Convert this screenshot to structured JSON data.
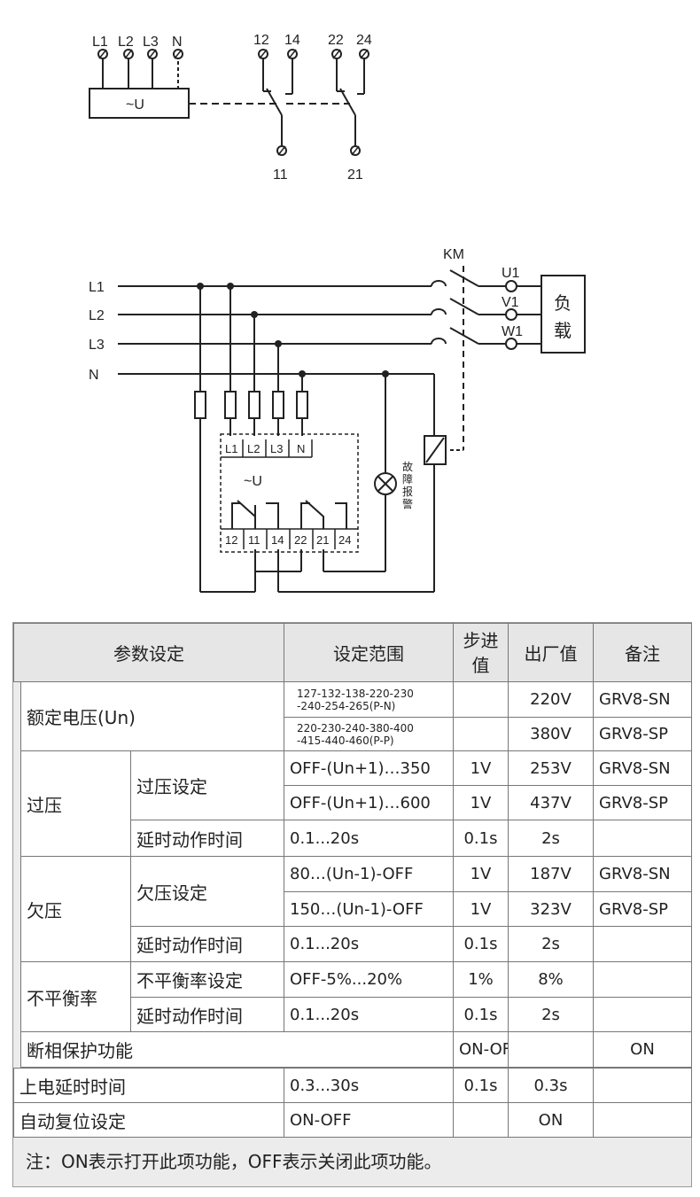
{
  "top_diagram": {
    "supply_terminals": [
      "L1",
      "L2",
      "L3",
      "N"
    ],
    "relay_symbol": "~U",
    "contact_terminals_top": [
      "12",
      "14",
      "22",
      "24"
    ],
    "contact_terminals_bottom": [
      "11",
      "21"
    ]
  },
  "wiring_diagram": {
    "line_labels": [
      "L1",
      "L2",
      "L3",
      "N"
    ],
    "contactor_label": "KM",
    "output_labels": [
      "U1",
      "V1",
      "W1"
    ],
    "load_label_line1": "负",
    "load_label_line2": "载",
    "device_inputs": [
      "L1",
      "L2",
      "L3",
      "N"
    ],
    "device_symbol": "~U",
    "device_outputs": [
      "12",
      "11",
      "14",
      "22",
      "21",
      "24"
    ],
    "alarm_label_chars": [
      "故",
      "障",
      "报",
      "警"
    ]
  },
  "table": {
    "headers": {
      "param": "参数设定",
      "range": "设定范围",
      "step_line1": "步进",
      "step_line2": "值",
      "factory": "出厂值",
      "remark": "备注"
    },
    "rated_voltage": {
      "label": "额定电压(Un)",
      "rows": [
        {
          "range_line1": "127-132-138-220-230",
          "range_line2": "-240-254-265(P-N)",
          "step": "",
          "factory": "220V",
          "remark": "GRV8-SN"
        },
        {
          "range_line1": "220-230-240-380-400",
          "range_line2": "-415-440-460(P-P)",
          "step": "",
          "factory": "380V",
          "remark": "GRV8-SP"
        }
      ]
    },
    "overvoltage": {
      "label": "过压",
      "setting_label": "过压设定",
      "rows": [
        {
          "range": "OFF-(Un+1)…350",
          "step": "1V",
          "factory": "253V",
          "remark": "GRV8-SN"
        },
        {
          "range": "OFF-(Un+1)…600",
          "step": "1V",
          "factory": "437V",
          "remark": "GRV8-SP"
        }
      ],
      "delay": {
        "label": "延时动作时间",
        "range": "0.1...20s",
        "step": "0.1s",
        "factory": "2s",
        "remark": ""
      }
    },
    "undervoltage": {
      "label": "欠压",
      "setting_label": "欠压设定",
      "rows": [
        {
          "range": "80…(Un-1)-OFF",
          "step": "1V",
          "factory": "187V",
          "remark": "GRV8-SN"
        },
        {
          "range": "150…(Un-1)-OFF",
          "step": "1V",
          "factory": "323V",
          "remark": "GRV8-SP"
        }
      ],
      "delay": {
        "label": "延时动作时间",
        "range": "0.1...20s",
        "step": "0.1s",
        "factory": "2s",
        "remark": ""
      }
    },
    "unbalance": {
      "label": "不平衡率",
      "setting": {
        "label": "不平衡率设定",
        "range": "OFF-5%...20%",
        "step": "1%",
        "factory": "8%",
        "remark": ""
      },
      "delay": {
        "label": "延时动作时间",
        "range": "0.1...20s",
        "step": "0.1s",
        "factory": "2s",
        "remark": ""
      }
    },
    "phase_loss": {
      "label": "断相保护功能",
      "range": "ON-OFF",
      "step": "",
      "factory": "ON",
      "remark": ""
    },
    "power_on_delay": {
      "label": "上电延时时间",
      "range": "0.3...30s",
      "step": "0.1s",
      "factory": "0.3s",
      "remark": ""
    },
    "auto_reset": {
      "label": "自动复位设定",
      "range": "ON-OFF",
      "step": "",
      "factory": "ON",
      "remark": ""
    },
    "note": "注：ON表示打开此项功能，OFF表示关闭此项功能。"
  }
}
